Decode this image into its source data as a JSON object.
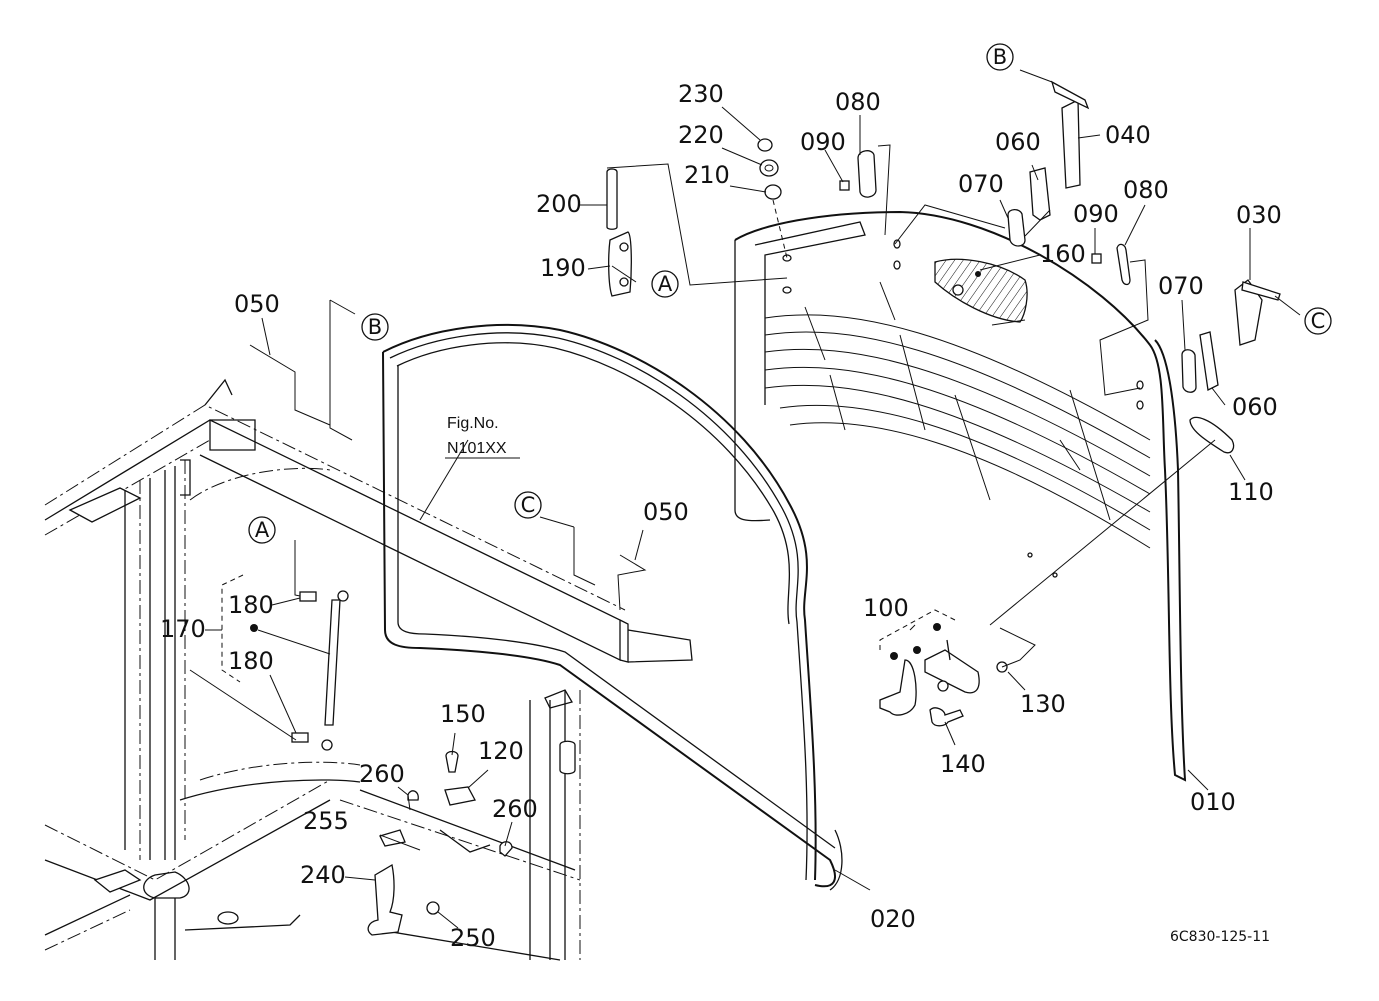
{
  "diagram": {
    "drawing_code": "6C830-125-11",
    "figure_reference": {
      "line1": "Fig.No.",
      "line2": "N101XX"
    },
    "reference_markers": {
      "A": "A",
      "B": "B",
      "C": "C"
    },
    "callouts": {
      "p010": "010",
      "p020": "020",
      "p030": "030",
      "p040": "040",
      "p050_left": "050",
      "p050_mid": "050",
      "p060_top": "060",
      "p060_right": "060",
      "p070_top": "070",
      "p070_right": "070",
      "p080_top": "080",
      "p080_right": "080",
      "p090_top": "090",
      "p090_right": "090",
      "p100": "100",
      "p110": "110",
      "p120": "120",
      "p130": "130",
      "p140": "140",
      "p150": "150",
      "p160": "160",
      "p170": "170",
      "p180_upper": "180",
      "p180_lower": "180",
      "p190": "190",
      "p200": "200",
      "p210": "210",
      "p220": "220",
      "p230": "230",
      "p240": "240",
      "p250": "250",
      "p255": "255",
      "p260_left": "260",
      "p260_right": "260"
    }
  }
}
